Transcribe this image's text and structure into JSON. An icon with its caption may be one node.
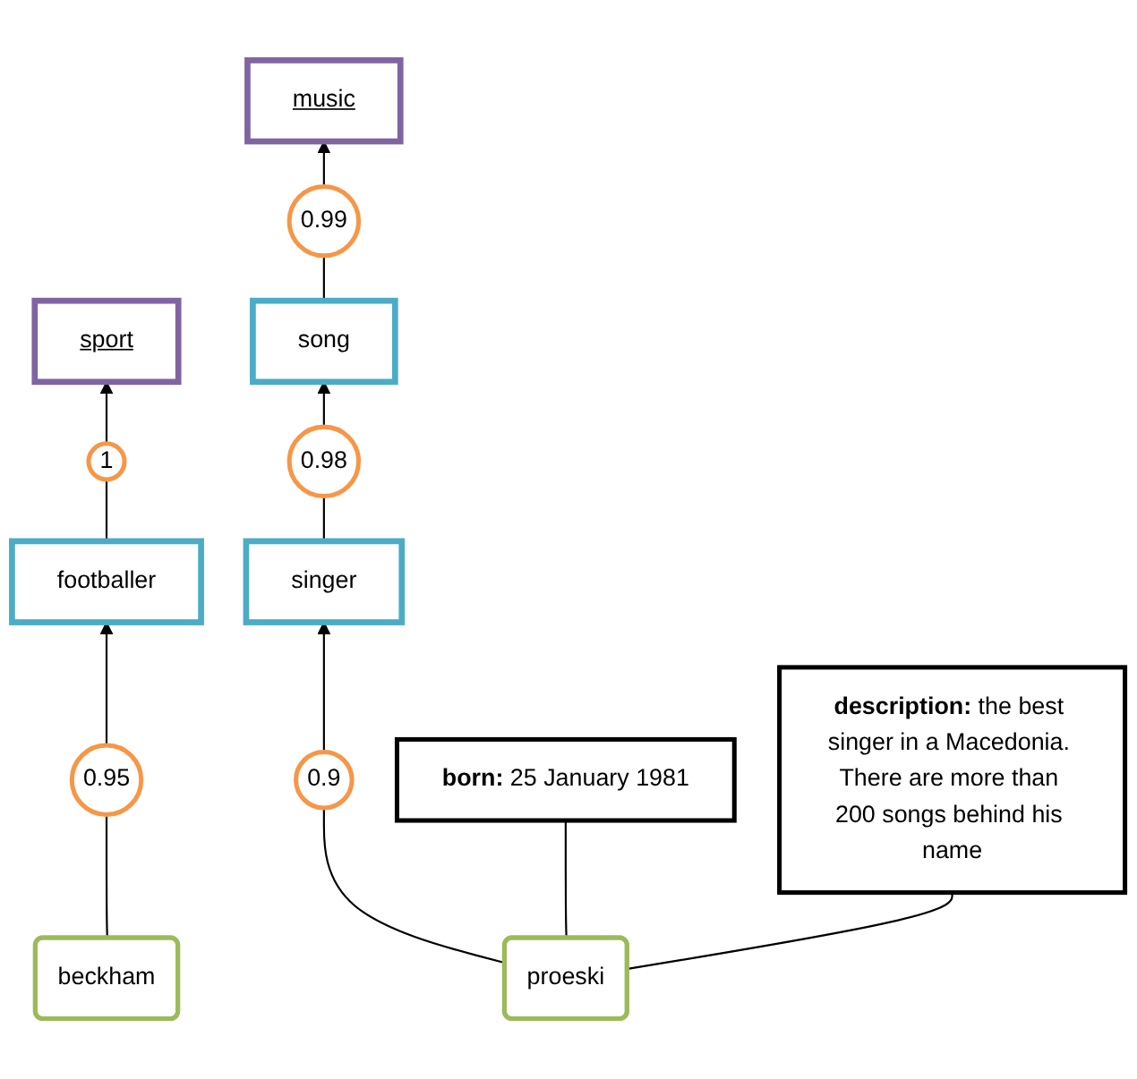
{
  "diagram": {
    "nodes": [
      {
        "text": [
          "sport"
        ]
      },
      {
        "text": [
          "music"
        ]
      },
      {
        "text": [
          "0.99"
        ]
      },
      {
        "text": [
          "1"
        ]
      },
      {
        "text": [
          "song"
        ]
      },
      {
        "text": [
          "footballer"
        ]
      },
      {
        "text": [
          "0.98"
        ]
      },
      {
        "text": [
          "singer"
        ]
      },
      {
        "text": [
          "0.95"
        ]
      },
      {
        "text": [
          "0.9"
        ]
      },
      {
        "text": [
          "beckham"
        ]
      },
      {
        "text": [
          "**born:** 25 January 1981"
        ]
      },
      {
        "text": [
          "proeski"
        ]
      },
      {
        "text": [
          "**description:** the best singer in a Macedonia. There are more than 200 songs behind his name"
        ]
      }
    ],
    "edges": [
      {
        "from": 10,
        "to": 8,
        "arrow": "none"
      },
      {
        "from": 8,
        "to": 5,
        "arrow": "to"
      },
      {
        "from": 5,
        "to": 3,
        "arrow": "none"
      },
      {
        "from": 3,
        "to": 0,
        "arrow": "to"
      },
      {
        "from": 12,
        "to": 9,
        "arrow": "none"
      },
      {
        "from": 9,
        "to": 7,
        "arrow": "to"
      },
      {
        "from": 7,
        "to": 6,
        "arrow": "none"
      },
      {
        "from": 6,
        "to": 4,
        "arrow": "to"
      },
      {
        "from": 4,
        "to": 2,
        "arrow": "none"
      },
      {
        "from": 2,
        "to": 1,
        "arrow": "to"
      },
      {
        "from": 12,
        "to": 11,
        "arrow": "none"
      },
      {
        "from": 12,
        "to": 13,
        "arrow": "none"
      }
    ]
  }
}
